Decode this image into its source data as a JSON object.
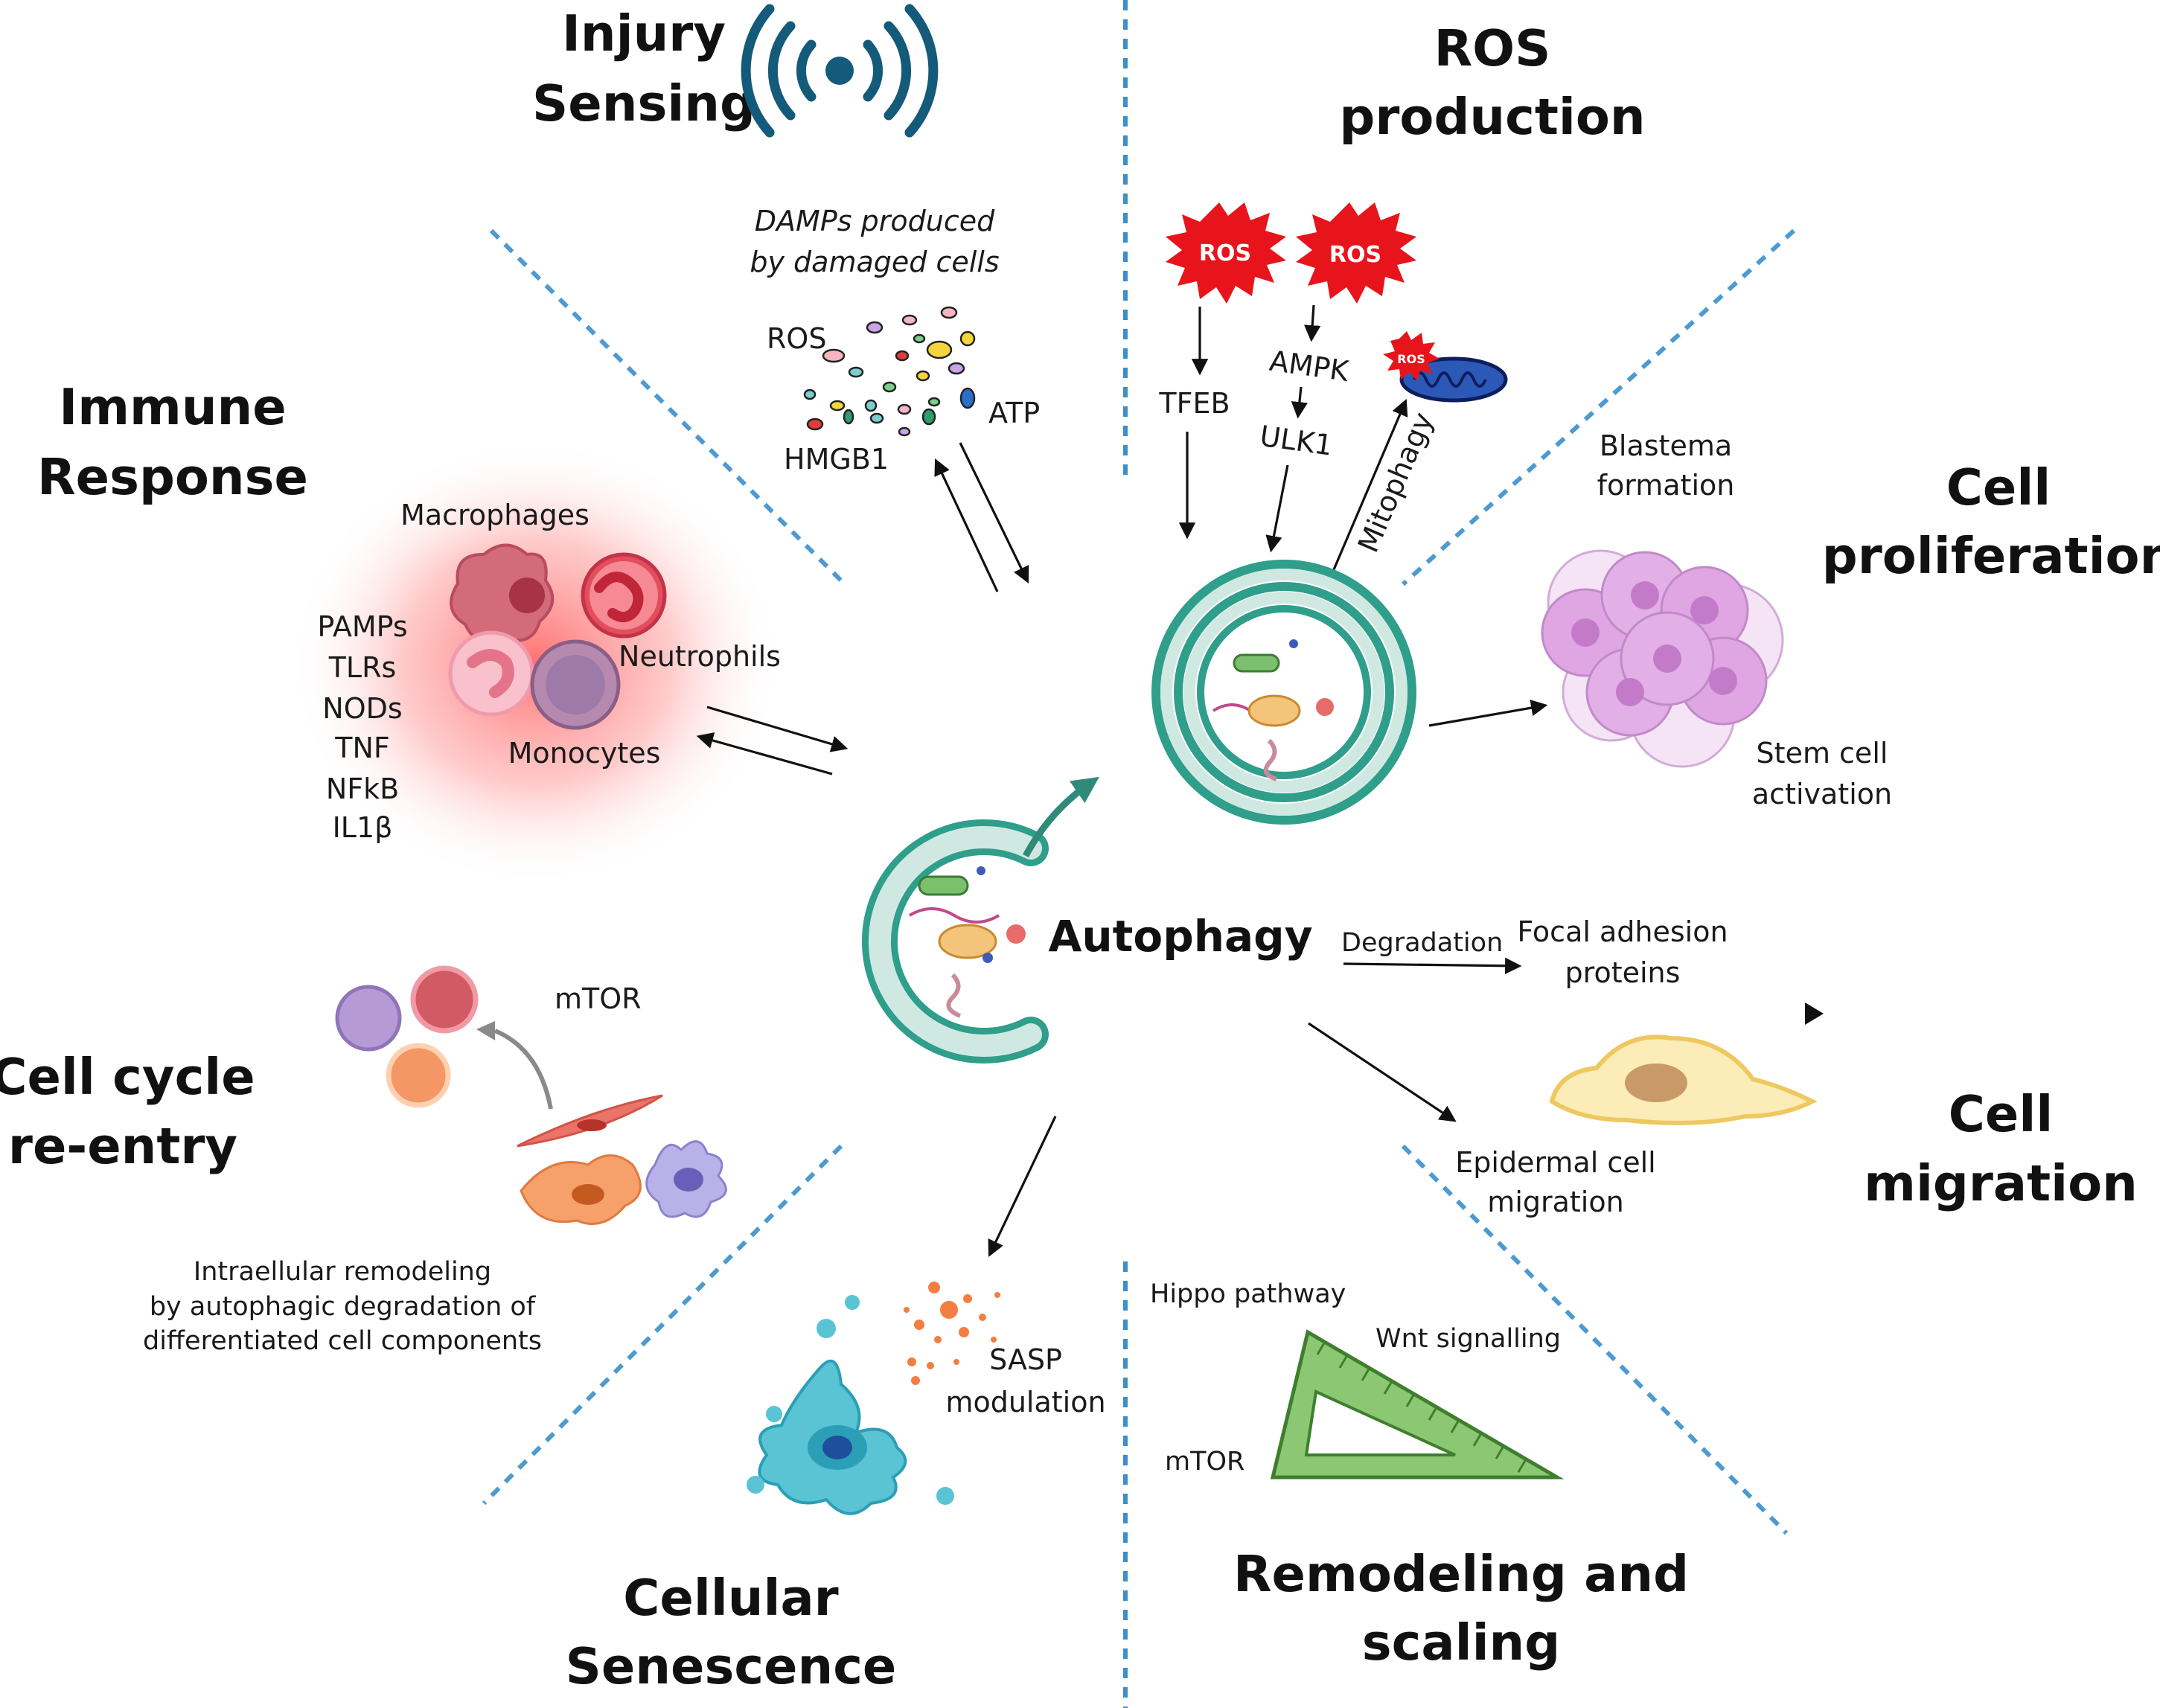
{
  "center": {
    "label": "Autophagy"
  },
  "sections": {
    "injury_sensing": {
      "title": [
        "Injury",
        "Sensing"
      ],
      "caption": [
        "DAMPs produced",
        "by damaged cells"
      ],
      "labels": [
        "ROS",
        "HMGB1",
        "ATP"
      ]
    },
    "ros_production": {
      "title": [
        "ROS",
        "production"
      ],
      "ros_badge": "ROS",
      "labels": [
        "TFEB",
        "AMPK",
        "ULK1",
        "Mitophagy"
      ]
    },
    "immune_response": {
      "title": [
        "Immune",
        "Response"
      ],
      "cells": [
        "Macrophages",
        "Neutrophils",
        "Monocytes"
      ],
      "signals": [
        "PAMPs",
        "TLRs",
        "NODs",
        "TNF",
        "NFkB",
        "IL1β"
      ]
    },
    "cell_proliferation": {
      "title": [
        "Cell",
        "proliferation"
      ],
      "labels": [
        [
          "Blastema",
          "formation"
        ],
        [
          "Stem cell",
          "activation"
        ]
      ]
    },
    "cell_cycle_reentry": {
      "title": [
        "Cell cycle",
        "re-entry"
      ],
      "label": "mTOR",
      "caption": [
        "Intraellular remodeling",
        "by autophagic degradation of",
        "differentiated cell components"
      ]
    },
    "cell_migration": {
      "title": [
        "Cell",
        "migration"
      ],
      "degradation": "Degradation",
      "target": [
        "Focal adhesion",
        "proteins"
      ],
      "epidermal": [
        "Epidermal cell",
        "migration"
      ]
    },
    "cellular_senescence": {
      "title": [
        "Cellular",
        "Senescence"
      ],
      "label": [
        "SASP",
        "modulation"
      ]
    },
    "remodeling_scaling": {
      "title": [
        "Remodeling and",
        "scaling"
      ],
      "labels": [
        "Hippo pathway",
        "Wnt signalling",
        "mTOR"
      ]
    }
  },
  "colors": {
    "teal": "#2f9e8a",
    "teal_light": "#cfe9e2",
    "divider": "#1f7fc0",
    "ros_red": "#e8141b",
    "sensing_blue": "#145a7a"
  },
  "icons": [
    "wifi-signal-icon",
    "ros-burst-icon",
    "mitochondrion-icon",
    "ruler-triangle-icon"
  ]
}
